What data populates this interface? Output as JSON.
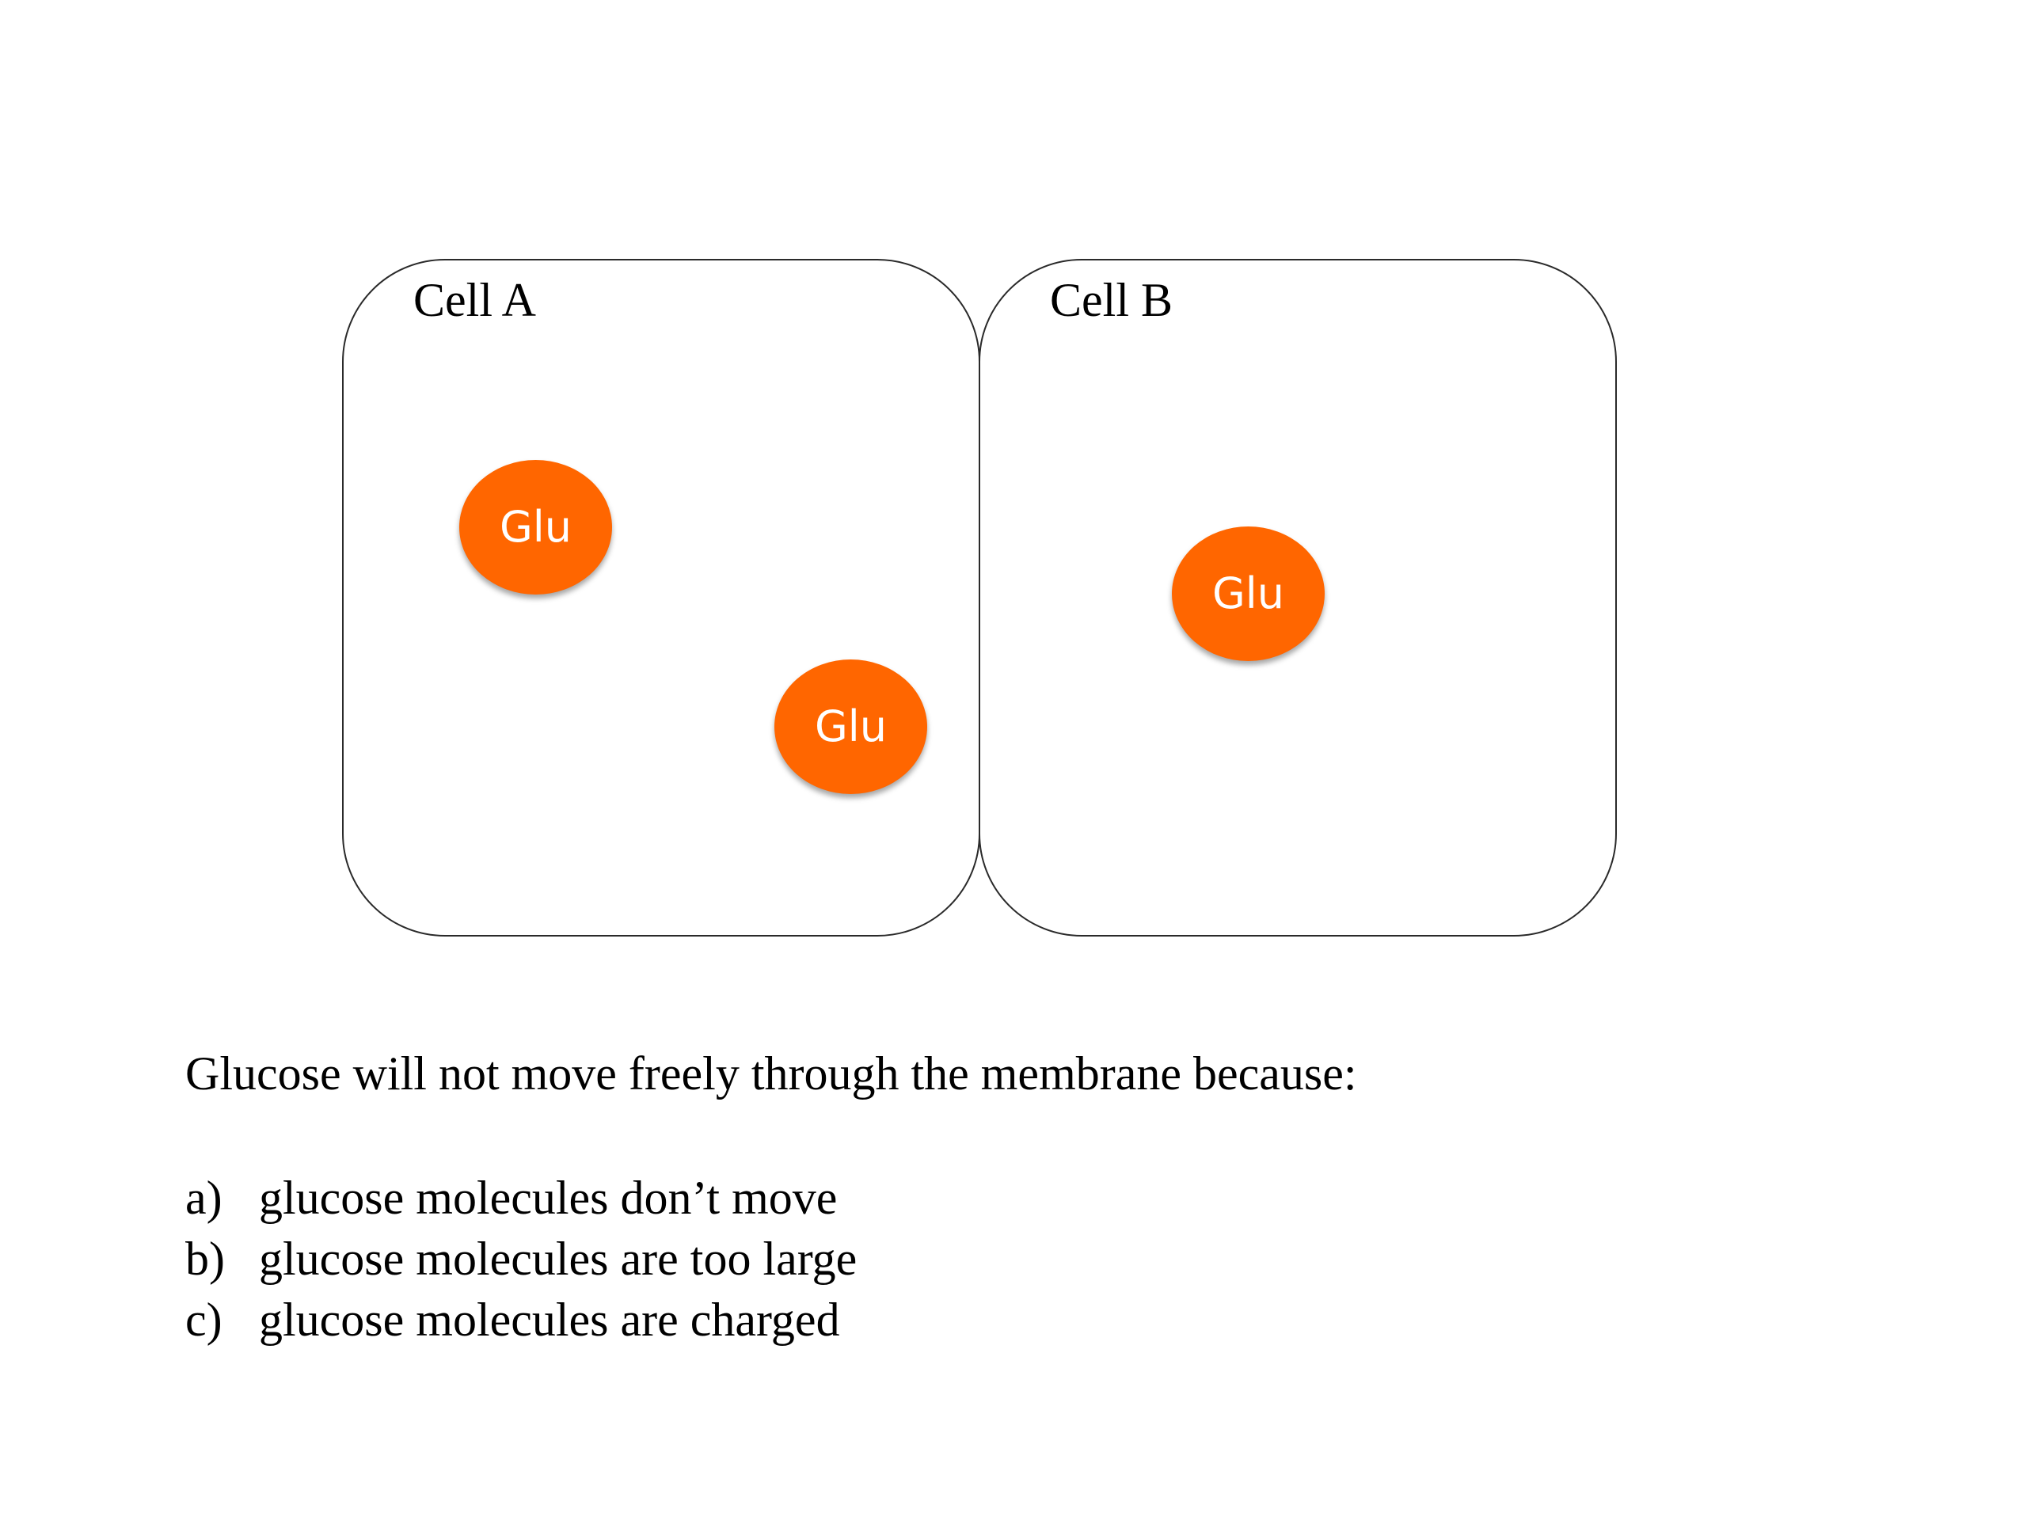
{
  "cells": [
    {
      "label": "Cell A",
      "molecules": [
        "Glu",
        "Glu"
      ]
    },
    {
      "label": "Cell B",
      "molecules": [
        "Glu"
      ]
    }
  ],
  "colors": {
    "molecule_fill": "#ff6600",
    "molecule_text": "#ffffff",
    "cell_border": "#2a2a2a"
  },
  "question": "Glucose will not move freely through the membrane because:",
  "options": [
    {
      "letter": "a)",
      "text": "glucose molecules don’t move"
    },
    {
      "letter": "b)",
      "text": "glucose molecules are too large"
    },
    {
      "letter": "c)",
      "text": "glucose molecules are charged"
    }
  ]
}
